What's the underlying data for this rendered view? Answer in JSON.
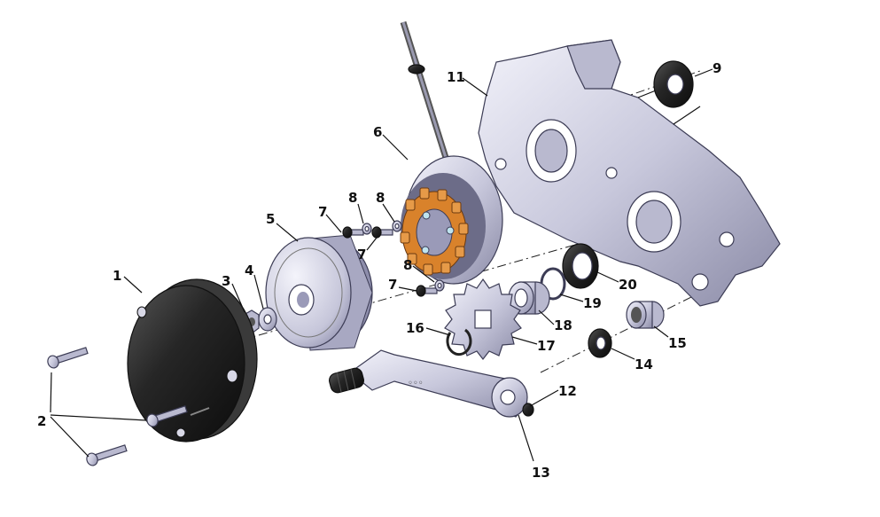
{
  "labels": [
    {
      "id": "1",
      "text": "1"
    },
    {
      "id": "2",
      "text": "2"
    },
    {
      "id": "3",
      "text": "3"
    },
    {
      "id": "4",
      "text": "4"
    },
    {
      "id": "5",
      "text": "5"
    },
    {
      "id": "6",
      "text": "6"
    },
    {
      "id": "7a",
      "text": "7"
    },
    {
      "id": "7b",
      "text": "7"
    },
    {
      "id": "7c",
      "text": "7"
    },
    {
      "id": "8a",
      "text": "8"
    },
    {
      "id": "8b",
      "text": "8"
    },
    {
      "id": "8c",
      "text": "8"
    },
    {
      "id": "9",
      "text": "9"
    },
    {
      "id": "11",
      "text": "11"
    },
    {
      "id": "12",
      "text": "12"
    },
    {
      "id": "13",
      "text": "13"
    },
    {
      "id": "14",
      "text": "14"
    },
    {
      "id": "15",
      "text": "15"
    },
    {
      "id": "16",
      "text": "16"
    },
    {
      "id": "17",
      "text": "17"
    },
    {
      "id": "18",
      "text": "18"
    },
    {
      "id": "19",
      "text": "19"
    },
    {
      "id": "20",
      "text": "20"
    }
  ],
  "colors": {
    "metal_light": "#e4e4f2",
    "metal_mid": "#b4b4cc",
    "metal_dark": "#6e6e8c",
    "cover_dark": "#1e1e1e",
    "stator_coil": "#d9822b",
    "label": "#111111"
  }
}
